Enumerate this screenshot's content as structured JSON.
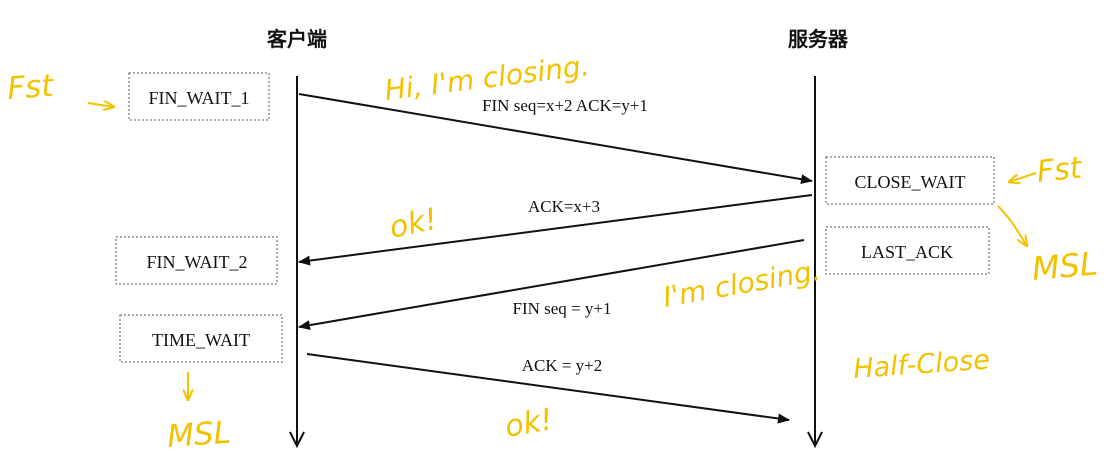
{
  "lanes": {
    "client": "客户端",
    "server": "服务器"
  },
  "states": {
    "client": [
      "FIN_WAIT_1",
      "FIN_WAIT_2",
      "TIME_WAIT"
    ],
    "server": [
      "CLOSE_WAIT",
      "LAST_ACK"
    ]
  },
  "messages": {
    "fin1": "FIN seq=x+2 ACK=y+1",
    "ack1": "ACK=x+3",
    "fin2": "FIN seq = y+1",
    "ack2": "ACK = y+2"
  },
  "annotations": {
    "client_first": "Fst",
    "server_first": "Fst",
    "client_msg": "Hi, I'm closing.",
    "server_ok": "ok!",
    "server_closing": "I'm closing.",
    "client_ok": "ok!",
    "half_close": "Half-Close",
    "client_msl": "MSL",
    "server_msl": "MSL"
  },
  "colors": {
    "line": "#111111",
    "box_border": "#777777",
    "annotation": "#f2c200"
  }
}
